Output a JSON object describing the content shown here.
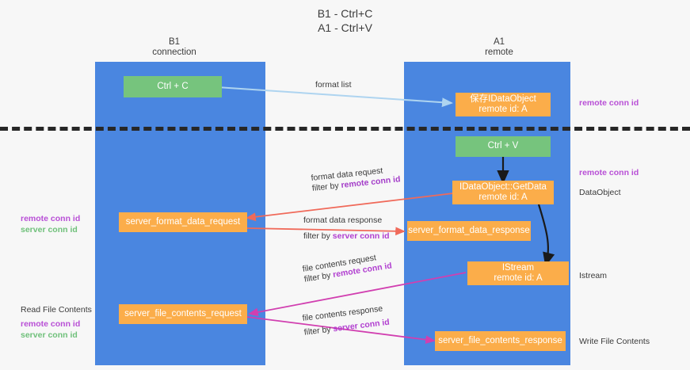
{
  "title": "B1 - Ctrl+C\nA1 - Ctrl+V",
  "lanes": [
    {
      "id": "b1",
      "label": "B1\nconnection"
    },
    {
      "id": "a1",
      "label": "A1\nremote"
    }
  ],
  "nodes": {
    "ctrl_c": {
      "line1": "Ctrl + C",
      "line2": ""
    },
    "save_idataobject": {
      "line1": "保存IDataObject",
      "line2": "remote id: A"
    },
    "ctrl_v": {
      "line1": "Ctrl + V",
      "line2": ""
    },
    "getdata": {
      "line1": "IDataObject::GetData",
      "line2": "remote id: A"
    },
    "sfdreq": {
      "line1": "server_format_data_request",
      "line2": ""
    },
    "sfdresp": {
      "line1": "server_format_data_response",
      "line2": ""
    },
    "istream": {
      "line1": "IStream",
      "line2": "remote id: A"
    },
    "sfcreq": {
      "line1": "server_file_contents_request",
      "line2": ""
    },
    "sfcresp": {
      "line1": "server_file_contents_response",
      "line2": ""
    }
  },
  "edges": [
    {
      "id": "format-list",
      "line1": "format list",
      "filter_prefix": "",
      "filter_key": ""
    },
    {
      "id": "format-data-request",
      "line1": "format data request",
      "filter_prefix": "filter by ",
      "filter_key": "remote conn id"
    },
    {
      "id": "format-data-response",
      "line1": "format data response",
      "filter_prefix": "filter by ",
      "filter_key": "server conn id"
    },
    {
      "id": "file-contents-request",
      "line1": "file contents request",
      "filter_prefix": "filter by ",
      "filter_key": "remote conn id"
    },
    {
      "id": "file-contents-response",
      "line1": "file contents response",
      "filter_prefix": "filter by ",
      "filter_key": "server conn id"
    }
  ],
  "right_notes": [
    {
      "id": "note-remote-conn-id-top",
      "text": "remote conn id",
      "style": "purple"
    },
    {
      "id": "note-remote-conn-id-mid",
      "text": "remote conn id",
      "style": "purple"
    },
    {
      "id": "note-dataobject",
      "text": "DataObject",
      "style": "plain"
    },
    {
      "id": "note-istream",
      "text": "Istream",
      "style": "plain"
    },
    {
      "id": "note-write-file-contents",
      "text": "Write File Contents",
      "style": "plain"
    }
  ],
  "left_notes": [
    {
      "id": "note-left-remote-conn-id",
      "text": "remote conn id",
      "style": "purple"
    },
    {
      "id": "note-left-server-conn-id",
      "text": "server conn id",
      "style": "green"
    },
    {
      "id": "note-read-file-contents",
      "text": "Read File Contents",
      "style": "plain"
    },
    {
      "id": "note-left2-remote-conn-id",
      "text": "remote conn id",
      "style": "purple"
    },
    {
      "id": "note-left2-server-conn-id",
      "text": "server conn id",
      "style": "green"
    }
  ],
  "colors": {
    "lane": "#4a86e0",
    "green_node": "#76c47d",
    "orange_node": "#fbad4a",
    "purple": "#b84fd6",
    "green_text": "#6fc07a",
    "light_blue_arrow": "#aed4f0",
    "red_arrow": "#f06a5a",
    "magenta_arrow": "#d13fb0",
    "black": "#1a1a1a",
    "background": "#f7f7f7"
  }
}
